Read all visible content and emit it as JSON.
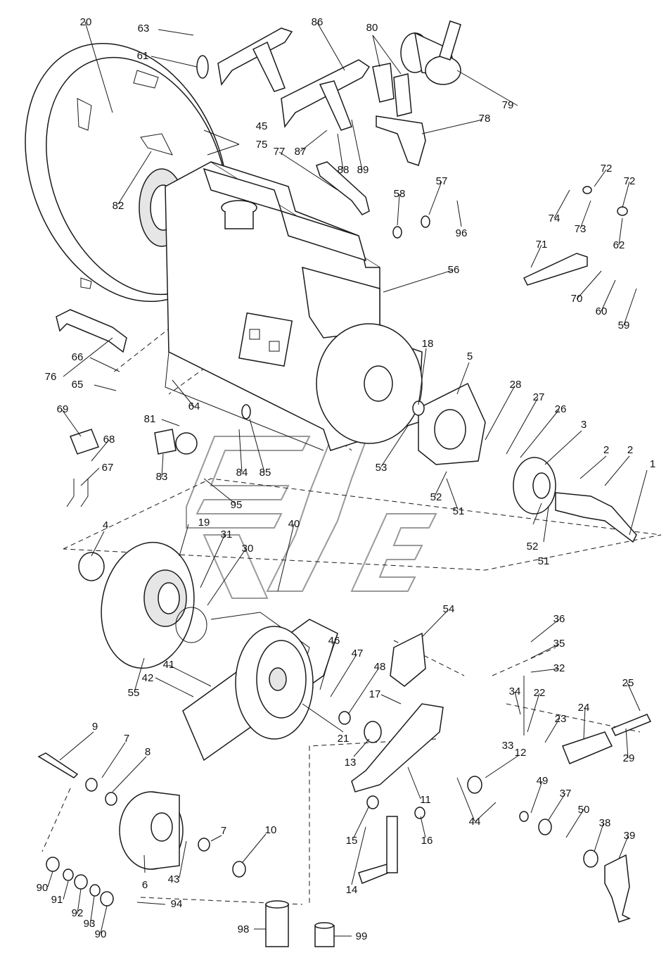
{
  "diagram": {
    "callouts": [
      "1",
      "2",
      "3",
      "4",
      "5",
      "6",
      "7",
      "8",
      "9",
      "10",
      "11",
      "12",
      "13",
      "14",
      "15",
      "16",
      "17",
      "18",
      "19",
      "20",
      "21",
      "22",
      "23",
      "24",
      "25",
      "26",
      "27",
      "28",
      "29",
      "30",
      "31",
      "32",
      "33",
      "34",
      "35",
      "36",
      "37",
      "38",
      "39",
      "40",
      "41",
      "42",
      "43",
      "44",
      "45",
      "46",
      "47",
      "48",
      "49",
      "50",
      "51",
      "52",
      "53",
      "54",
      "55",
      "56",
      "57",
      "58",
      "59",
      "60",
      "61",
      "62",
      "63",
      "64",
      "65",
      "66",
      "67",
      "68",
      "69",
      "70",
      "71",
      "72",
      "73",
      "74",
      "75",
      "76",
      "77",
      "78",
      "79",
      "80",
      "81",
      "82",
      "83",
      "84",
      "85",
      "86",
      "87",
      "88",
      "89",
      "90",
      "91",
      "92",
      "93",
      "94",
      "95",
      "96",
      "98",
      "99"
    ],
    "line_color": "#1a1a1a",
    "watermark_color": "#9a9a9a",
    "background": "#ffffff"
  }
}
